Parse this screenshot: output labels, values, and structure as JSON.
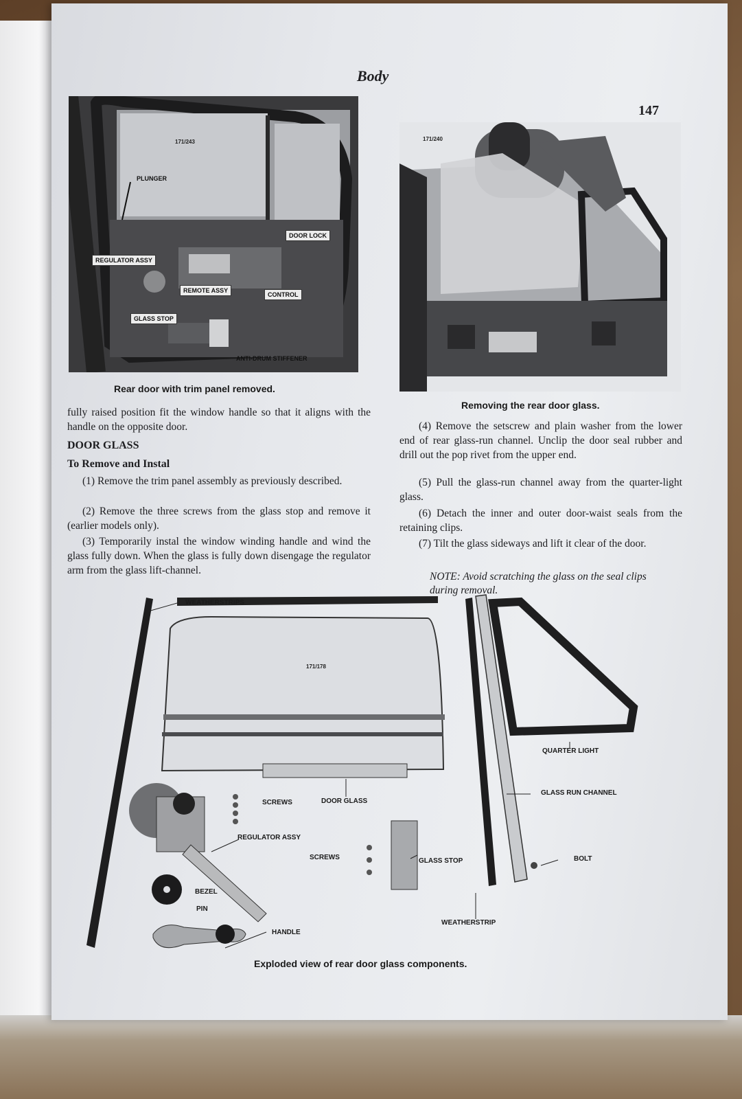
{
  "page": {
    "running_head": "Body",
    "page_number": "147"
  },
  "figures": {
    "rear_door": {
      "code": "171/243",
      "caption": "Rear door with trim panel removed.",
      "labels": {
        "plunger": "PLUNGER",
        "door_lock": "DOOR LOCK",
        "regulator_assy": "REGULATOR ASSY",
        "remote_assy": "REMOTE ASSY",
        "control": "CONTROL",
        "glass_stop": "GLASS STOP",
        "anti_drum": "ANTI-DRUM STIFFENER"
      }
    },
    "removing_glass": {
      "code": "171/240",
      "caption": "Removing the rear door glass."
    },
    "exploded": {
      "code": "171/178",
      "caption": "Exploded view of rear door glass components.",
      "labels": {
        "weatherstrips": "WEATHERSTRIPS",
        "quarter_light": "QUARTER LIGHT",
        "glass_run_channel": "GLASS RUN CHANNEL",
        "screws_top": "SCREWS",
        "door_glass": "DOOR GLASS",
        "regulator_assy": "REGULATOR ASSY",
        "screws_mid": "SCREWS",
        "glass_stop": "GLASS STOP",
        "bolt": "BOLT",
        "bezel": "BEZEL",
        "pin": "PIN",
        "handle": "HANDLE",
        "weatherstrip": "WEATHERSTRIP"
      }
    }
  },
  "text": {
    "continuation": "fully raised position fit the window handle so that it aligns with the handle on the opposite door.",
    "section_heading": "DOOR GLASS",
    "sub_heading": "To Remove and Instal",
    "steps_left": [
      "(1)  Remove the trim panel assembly as previously described.",
      "(2)  Remove the three screws from the glass stop and remove it (earlier models only).",
      "(3)  Temporarily instal the window winding handle and wind the glass fully down. When the glass is fully down disengage the regulator arm from the glass lift-channel."
    ],
    "steps_right": [
      "(4)  Remove the setscrew and plain washer from the lower end of rear glass-run channel. Unclip the door seal rubber and drill out the pop rivet from the upper end.",
      "(5)  Pull the glass-run channel away from the quarter-light glass.",
      "(6)  Detach the inner and outer door-waist seals from the retaining clips.",
      "(7)  Tilt the glass sideways and lift it clear of the door."
    ],
    "note": "NOTE: Avoid scratching the glass on the seal clips during removal."
  }
}
